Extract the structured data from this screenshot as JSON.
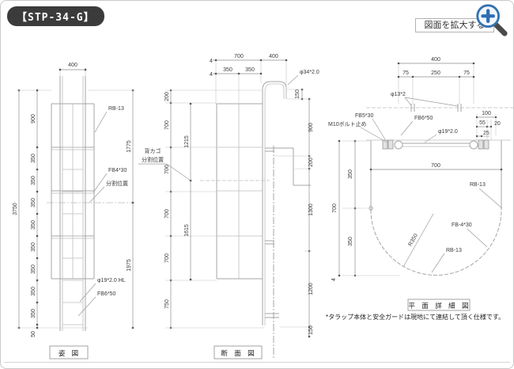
{
  "header": {
    "model_badge": "【STP-34-G】",
    "zoom_button_label": "図面を拡大する"
  },
  "dims": {
    "d4": "4",
    "d20": "20",
    "d25": "25",
    "d50": "50",
    "d55": "55",
    "d75": "75",
    "d100": "100",
    "d150": "150",
    "d200": "200",
    "d250": "250",
    "d350": "350",
    "d400": "400",
    "d700": "700",
    "d750": "750",
    "d900": "900",
    "d1200": "1200",
    "d1215": "1215",
    "d1300": "1300",
    "d1615": "1615",
    "d1775": "1775",
    "d1975": "1975",
    "d3750": "3750"
  },
  "labels": {
    "rb13": "RB-13",
    "fb4x30": "FB4*30",
    "fb_4x30": "FB-4*30",
    "fb6x50": "FB6*50",
    "fb5x30": "FB5*30",
    "phi19hl": "φ19*2.0 HL",
    "phi19": "φ19*2.0",
    "phi34": "φ34*2.0",
    "phi13": "φ13*2",
    "m10": "M10ボルト止め",
    "split": "分割位置",
    "cage_line1": "背カゴ",
    "cage_line2": "分割位置",
    "r350": "R350"
  },
  "views": {
    "front_title": "姿 図",
    "section_title": "断 面 図",
    "plan_title": "平 面 詳 細 図"
  },
  "note": "*タラップ本体と安全ガードは現地にて連結して頂く仕様です。"
}
